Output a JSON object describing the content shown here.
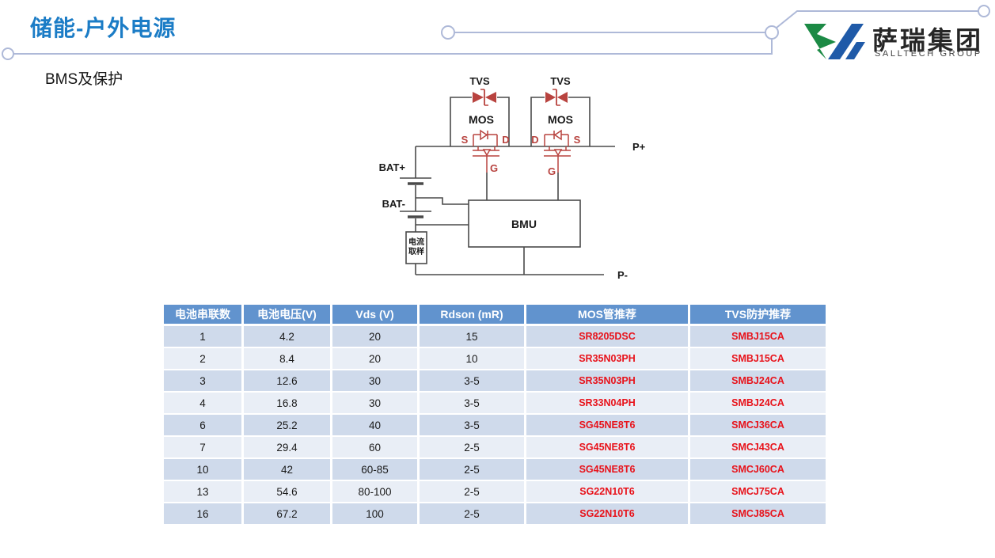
{
  "slide": {
    "title": "储能-户外电源",
    "subtitle": "BMS及保护"
  },
  "logo": {
    "name_cn": "萨瑞集团",
    "name_en": "SALLTECH GROUP"
  },
  "colors": {
    "title_blue": "#1b7cc6",
    "table_header_blue": "#6193ce",
    "row_band_dark": "#cfdaeb",
    "row_band_light": "#e9eef6",
    "part_number_red": "#e8121a",
    "circuit_symbol_red": "#b8433f",
    "circuit_line_gray": "#4a4a4a",
    "decor_line_blue": "#aeb9d8",
    "logo_green": "#1c8a45",
    "logo_blue": "#1f5aa8"
  },
  "diagram": {
    "tvs_label": "TVS",
    "mos_label": "MOS",
    "source_label": "S",
    "drain_label": "D",
    "gate_label": "G",
    "bat_plus": "BAT+",
    "bat_minus": "BAT-",
    "bmu": "BMU",
    "current_sample_line1": "电流",
    "current_sample_line2": "取样",
    "p_plus": "P+",
    "p_minus": "P-"
  },
  "table": {
    "headers": [
      "电池串联数",
      "电池电压(V)",
      "Vds (V)",
      "Rdson (mR)",
      "MOS管推荐",
      "TVS防护推荐"
    ],
    "rows": [
      [
        "1",
        "4.2",
        "20",
        "15",
        "SR8205DSC",
        "SMBJ15CA"
      ],
      [
        "2",
        "8.4",
        "20",
        "10",
        "SR35N03PH",
        "SMBJ15CA"
      ],
      [
        "3",
        "12.6",
        "30",
        "3-5",
        "SR35N03PH",
        "SMBJ24CA"
      ],
      [
        "4",
        "16.8",
        "30",
        "3-5",
        "SR33N04PH",
        "SMBJ24CA"
      ],
      [
        "6",
        "25.2",
        "40",
        "3-5",
        "SG45NE8T6",
        "SMCJ36CA"
      ],
      [
        "7",
        "29.4",
        "60",
        "2-5",
        "SG45NE8T6",
        "SMCJ43CA"
      ],
      [
        "10",
        "42",
        "60-85",
        "2-5",
        "SG45NE8T6",
        "SMCJ60CA"
      ],
      [
        "13",
        "54.6",
        "80-100",
        "2-5",
        "SG22N10T6",
        "SMCJ75CA"
      ],
      [
        "16",
        "67.2",
        "100",
        "2-5",
        "SG22N10T6",
        "SMCJ85CA"
      ]
    ],
    "red_columns": [
      4,
      5
    ]
  }
}
